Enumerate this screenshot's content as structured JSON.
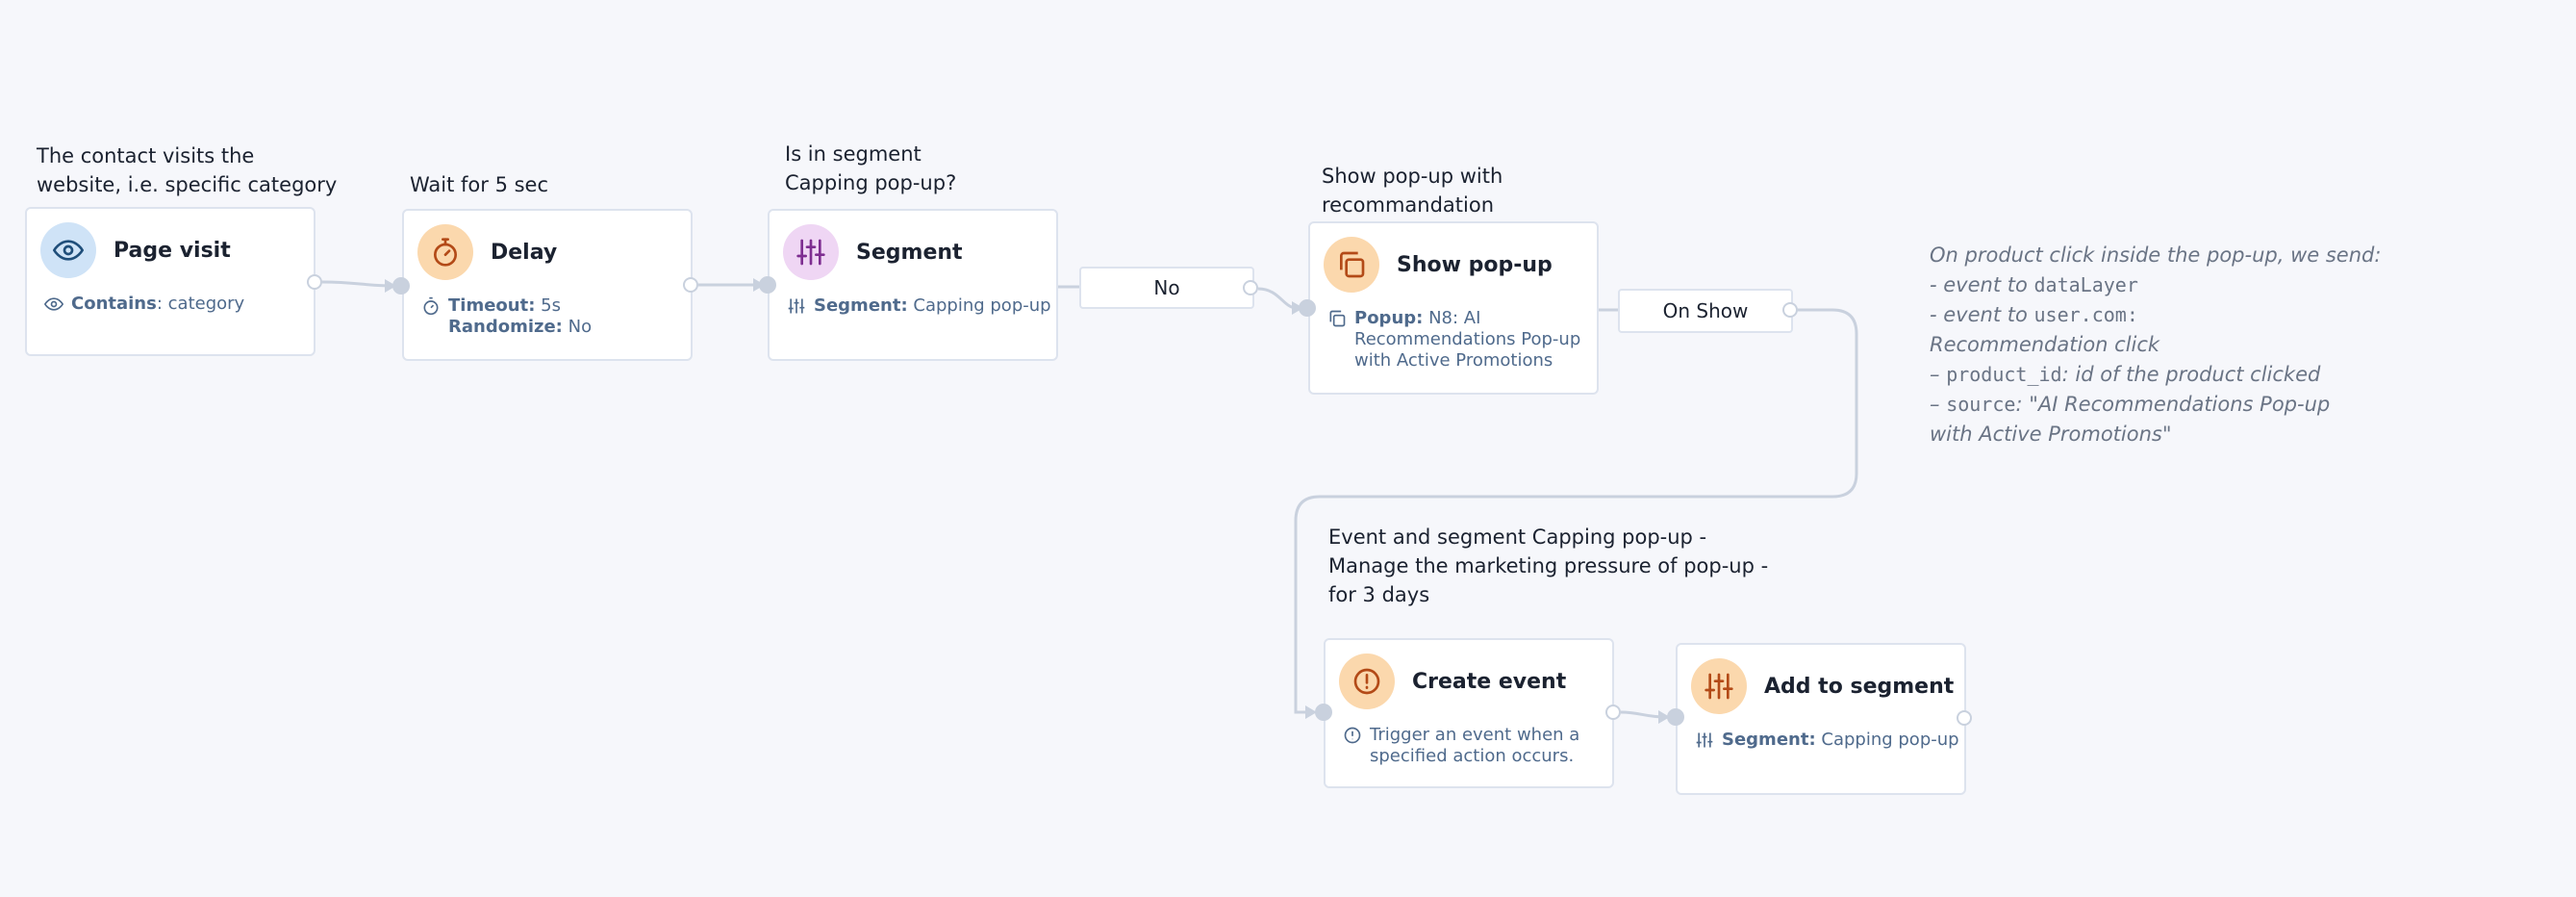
{
  "captions": {
    "page_visit": [
      "The contact visits the",
      "website, i.e. specific category"
    ],
    "delay": [
      "Wait for 5 sec"
    ],
    "segment": [
      "Is in segment",
      "Capping pop-up?"
    ],
    "show_popup": [
      "Show pop-up with",
      "recommandation"
    ],
    "create_event": [
      "Event and segment Capping pop-up -",
      "Manage the marketing pressure of pop-up -",
      "for 3 days"
    ]
  },
  "nodes": {
    "page_visit": {
      "title": "Page visit",
      "icon": "eye-icon",
      "detail_key": "Contains",
      "detail_value": "category"
    },
    "delay": {
      "title": "Delay",
      "icon": "stopwatch-icon",
      "timeout_key": "Timeout:",
      "timeout_value": "5s",
      "randomize_key": "Randomize:",
      "randomize_value": "No"
    },
    "segment": {
      "title": "Segment",
      "icon": "sliders-icon",
      "detail_key": "Segment:",
      "detail_value": "Capping pop-up"
    },
    "show_popup": {
      "title": "Show pop-up",
      "icon": "copy-icon",
      "detail_key": "Popup:",
      "detail_value_1": "N8: AI",
      "detail_value_2": "Recommendations Pop-up",
      "detail_value_3": "with Active Promotions"
    },
    "create_event": {
      "title": "Create event",
      "icon": "alert-circle-icon",
      "detail_1": "Trigger an event when a",
      "detail_2": "specified action occurs."
    },
    "add_segment": {
      "title": "Add to segment",
      "icon": "sliders-icon",
      "detail_key": "Segment:",
      "detail_value": "Capping pop-up"
    }
  },
  "branches": {
    "no": "No",
    "on_show": "On Show"
  },
  "note": {
    "line1": "On product click inside the pop-up, we send:",
    "line2_prefix": "- event to ",
    "line2_code": "dataLayer",
    "line3_prefix": "- event to ",
    "line3_code": "user.com:",
    "line4": "Recommendation click",
    "line5_prefix": "– ",
    "line5_code": "product_id",
    "line5_suffix": ": id of the product clicked",
    "line6_prefix": "– ",
    "line6_code": "source",
    "line6_suffix": ": \"AI Recommendations Pop-up",
    "line7": "with Active Promotions\""
  },
  "colors": {
    "blue_accent": "#2b5f8f",
    "orange_accent": "#c4531c",
    "purple_accent": "#8e3aa0",
    "connector": "#c9d1de"
  }
}
